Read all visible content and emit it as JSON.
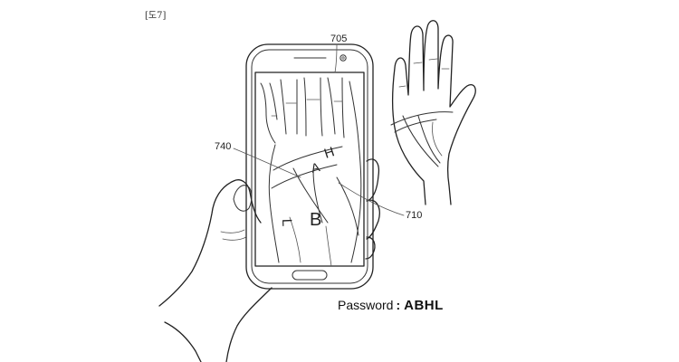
{
  "figure": {
    "label": "[도7]"
  },
  "references": {
    "r705": "705",
    "r740": "740",
    "r710": "710"
  },
  "palm_marks": {
    "letter_h": "H",
    "letter_a": "A",
    "letter_l": "L",
    "letter_b": "B"
  },
  "password": {
    "label": "Password",
    "separator": ":",
    "value": "ABHL"
  }
}
